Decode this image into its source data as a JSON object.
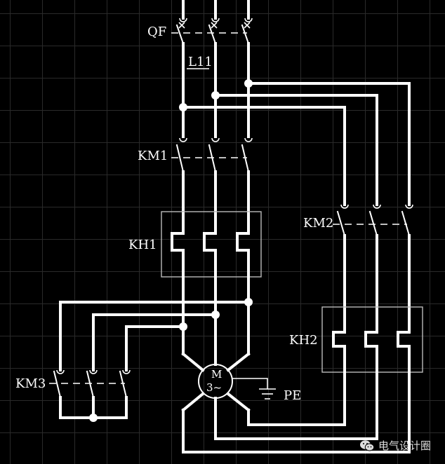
{
  "labels": {
    "qf": "QF",
    "l11": "L11",
    "km1": "KM1",
    "km2": "KM2",
    "km3": "KM3",
    "kh1": "KH1",
    "kh2": "KH2",
    "motor_m": "M",
    "motor_phase": "3~",
    "pe": "PE"
  },
  "watermark": {
    "text": "电气设计圈",
    "icon": "wechat-icon"
  },
  "colors": {
    "background": "#000000",
    "wire": "#ffffff",
    "grid": "#2a2a2a"
  }
}
